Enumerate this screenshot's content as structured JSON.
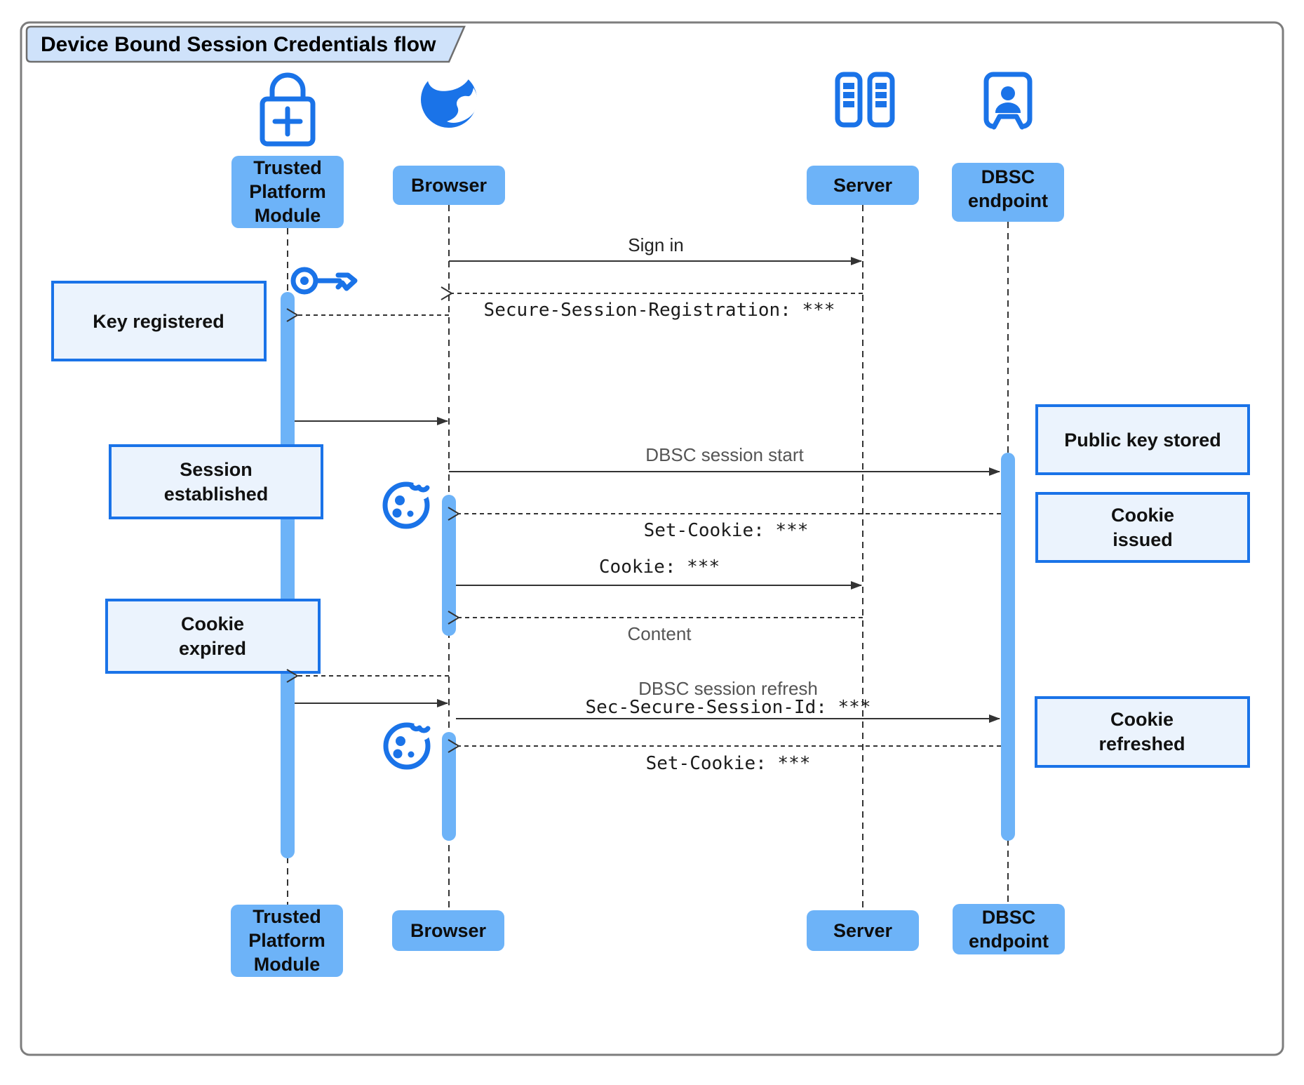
{
  "title": "Device Bound Session Credentials flow",
  "colors": {
    "icon_blue": "#1a73e8",
    "actor_box_fill": "#6db3f8",
    "activation_fill": "#6db3f8",
    "note_fill": "#ebf3fd",
    "note_border": "#1a73e8",
    "line_color": "#333333",
    "frame_border": "#7d7d7d",
    "tab_fill": "#cfe2fa"
  },
  "actors": {
    "tpm": {
      "line1": "Trusted",
      "line2": "Platform",
      "line3": "Module"
    },
    "browser": {
      "label": "Browser"
    },
    "server": {
      "label": "Server"
    },
    "dbsc": {
      "line1": "DBSC",
      "line2": "endpoint"
    }
  },
  "icons": {
    "tpm": "lock-plus-icon",
    "browser": "globe-icon",
    "server": "server-rack-icon",
    "dbsc": "badge-person-icon",
    "key": "key-icon",
    "cookie": "cookie-icon"
  },
  "messages": {
    "sign_in": "Sign in",
    "secure_session_registration": "Secure-Session-Registration: ***",
    "dbsc_session_start": "DBSC session start",
    "set_cookie_1": "Set-Cookie: ***",
    "cookie": "Cookie: ***",
    "content": "Content",
    "dbsc_session_refresh": "DBSC session refresh",
    "sec_secure_session_id": "Sec-Secure-Session-Id: ***",
    "set_cookie_2": "Set-Cookie: ***"
  },
  "notes": {
    "key_registered": "Key registered",
    "session_established": {
      "line1": "Session",
      "line2": "established"
    },
    "cookie_expired": {
      "line1": "Cookie",
      "line2": "expired"
    },
    "public_key_stored": "Public key stored",
    "cookie_issued": {
      "line1": "Cookie",
      "line2": "issued"
    },
    "cookie_refreshed": {
      "line1": "Cookie",
      "line2": "refreshed"
    }
  }
}
